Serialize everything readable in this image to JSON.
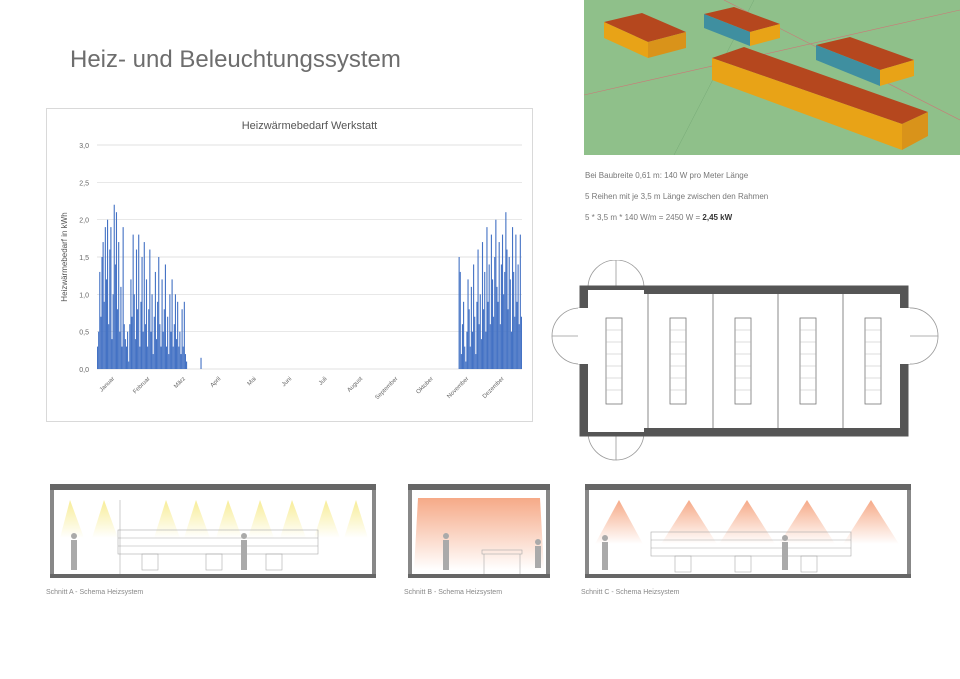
{
  "page": {
    "title": "Heiz- und Beleuchtungssystem"
  },
  "notes": {
    "line1": "Bei Baubreite 0,61 m: 140 W pro Meter Länge",
    "line2": "5 Reihen mit je 3,5 m Länge zwischen den Rahmen",
    "line3_prefix": "5 * 3,5 m * 140 W/m = 2450 W = ",
    "line3_result": "2,45 kW"
  },
  "captions": {
    "a": "Schnitt A - Schema Heizsystem",
    "b": "Schnitt B - Schema Heizsystem",
    "c": "Schnitt C - Schema Heizsystem"
  },
  "colors": {
    "series": "#4472c4",
    "grid": "#d9d9d9",
    "roof": "#b5471e",
    "wall": "#e8a317",
    "ground": "#8fc08a",
    "warm": "#f5b08a",
    "light": "#f7eb8c"
  },
  "chart_data": {
    "type": "bar",
    "title": "Heizwärmebedarf Werkstatt",
    "ylabel": "Heizwärmebedarf in kWh",
    "xlabel": "",
    "ylim": [
      0,
      3.0
    ],
    "yticks": [
      "0,0",
      "0,5",
      "1,0",
      "1,5",
      "2,0",
      "2,5",
      "3,0"
    ],
    "categories": [
      "Januar",
      "Februar",
      "März",
      "April",
      "Mai",
      "Juni",
      "Juli",
      "August",
      "September",
      "Oktober",
      "November",
      "Dezember"
    ],
    "series": [
      {
        "values": [
          0.3,
          0.5,
          1.3,
          0.7,
          1.5,
          1.7,
          0.9,
          1.9,
          1.2,
          2.0,
          0.6,
          1.6,
          1.9,
          0.4,
          1.0,
          2.2,
          1.4,
          2.1,
          0.8,
          1.7,
          0.5,
          1.1,
          0.3,
          1.9,
          0.6,
          0.4,
          0.3,
          0.5,
          0.1,
          0.6,
          1.2,
          0.7,
          1.8,
          1.0,
          0.4,
          1.6,
          0.8,
          1.8,
          0.3,
          0.9,
          1.5,
          0.5,
          1.7,
          0.6,
          1.2,
          0.3,
          0.8,
          1.6,
          0.5,
          1.0,
          0.2,
          0.7,
          1.3,
          0.4,
          0.9,
          1.5,
          0.6,
          0.3,
          1.2,
          0.5,
          0.8,
          1.4,
          0.3,
          0.7,
          0.2,
          1.0,
          0.5,
          1.2,
          0.3,
          0.6,
          1.0,
          0.4,
          0.9,
          0.3,
          0.5,
          0.2,
          0.8,
          0.3,
          0.9,
          0.2,
          0.1,
          0.0,
          0.0,
          0.0,
          0.0,
          0.0,
          0.0,
          0.0,
          0.0,
          0.0,
          0.0,
          0.0,
          0.0,
          0.15,
          0.0,
          0.0,
          0.0,
          0.0,
          0.0,
          0.0,
          0.0,
          0.0,
          0.0,
          0.0,
          0.0,
          0.0,
          0.0,
          0.0,
          0.0,
          0.0,
          0.0,
          0.0,
          0.0,
          0.0,
          0.0,
          0.0,
          0.0,
          0.0,
          0.0,
          0.0,
          0.0,
          0.0,
          0.0,
          0.0,
          0.0,
          0.0,
          0.0,
          0.0,
          0.0,
          0.0,
          0.0,
          0.0,
          0.0,
          0.0,
          0.0,
          0.0,
          0.0,
          0.0,
          0.0,
          0.0,
          0.0,
          0.0,
          0.0,
          0.0,
          0.0,
          0.0,
          0.0,
          0.0,
          0.0,
          0.0,
          0.0,
          0.0,
          0.0,
          0.0,
          0.0,
          0.0,
          0.0,
          0.0,
          0.0,
          0.0,
          0.0,
          0.0,
          0.0,
          0.0,
          0.0,
          0.0,
          0.0,
          0.0,
          0.0,
          0.0,
          0.0,
          0.0,
          0.0,
          0.0,
          0.0,
          0.0,
          0.0,
          0.0,
          0.0,
          0.0,
          0.0,
          0.0,
          0.0,
          0.0,
          0.0,
          0.0,
          0.0,
          0.0,
          0.0,
          0.0,
          0.0,
          0.0,
          0.0,
          0.0,
          0.0,
          0.0,
          0.0,
          0.0,
          0.0,
          0.0,
          0.0,
          0.0,
          0.0,
          0.0,
          0.0,
          0.0,
          0.0,
          0.0,
          0.0,
          0.0,
          0.0,
          0.0,
          0.0,
          0.0,
          0.0,
          0.0,
          0.0,
          0.0,
          0.0,
          0.0,
          0.0,
          0.0,
          0.0,
          0.0,
          0.0,
          0.0,
          0.0,
          0.0,
          0.0,
          0.0,
          0.0,
          0.0,
          0.0,
          0.0,
          0.0,
          0.0,
          0.0,
          0.0,
          0.0,
          0.0,
          0.0,
          0.0,
          0.0,
          0.0,
          0.0,
          0.0,
          0.0,
          0.0,
          0.0,
          0.0,
          0.0,
          0.0,
          0.0,
          0.0,
          0.0,
          0.0,
          0.0,
          0.0,
          0.0,
          0.0,
          0.0,
          0.0,
          0.0,
          0.0,
          0.0,
          0.0,
          0.0,
          0.0,
          0.0,
          0.0,
          0.0,
          0.0,
          0.0,
          0.0,
          0.0,
          0.0,
          0.0,
          0.0,
          0.0,
          0.0,
          0.0,
          0.0,
          0.0,
          0.0,
          0.0,
          0.0,
          0.0,
          0.0,
          0.0,
          0.0,
          0.0,
          0.0,
          0.0,
          0.0,
          0.0,
          0.0,
          0.0,
          0.0,
          0.0,
          0.0,
          0.0,
          0.0,
          0.0,
          0.0,
          0.0,
          0.0,
          0.0,
          0.0,
          0.0,
          0.0,
          0.0,
          0.0,
          0.0,
          0.0,
          0.0,
          0.0,
          0.0,
          0.0,
          0.0,
          0.0,
          0.0,
          0.0,
          0.0,
          0.0,
          0.0,
          1.5,
          1.3,
          0.2,
          0.6,
          0.9,
          0.3,
          0.1,
          0.5,
          1.2,
          0.8,
          0.3,
          1.1,
          0.5,
          1.4,
          0.7,
          0.2,
          0.9,
          1.6,
          0.6,
          1.0,
          0.4,
          1.7,
          0.8,
          1.3,
          0.5,
          1.9,
          0.9,
          1.4,
          0.6,
          1.8,
          1.2,
          0.7,
          1.5,
          2.0,
          1.1,
          0.9,
          1.7,
          0.6,
          1.4,
          1.8,
          1.0,
          1.3,
          2.1,
          1.6,
          0.8,
          1.5,
          1.2,
          0.5,
          1.9,
          1.3,
          0.7,
          1.8,
          0.9,
          1.4,
          0.6,
          1.8,
          0.7
        ]
      }
    ]
  }
}
